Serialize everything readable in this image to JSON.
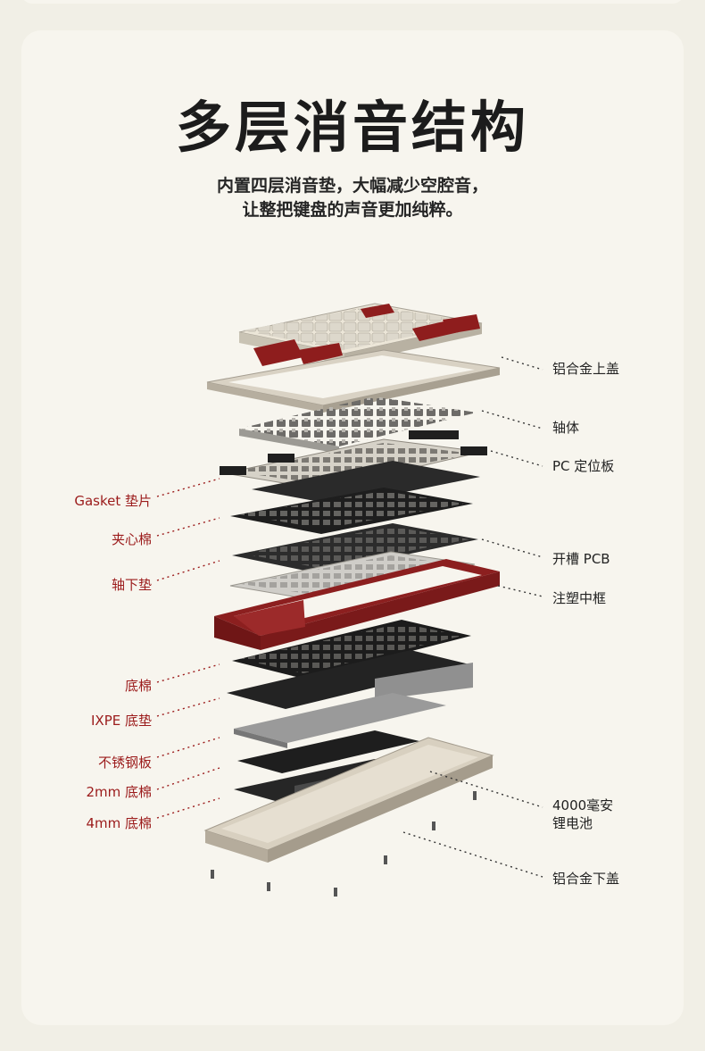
{
  "header": {
    "title": "多层消音结构",
    "subtitle_line1": "内置四层消音垫，大幅减少空腔音，",
    "subtitle_line2": "让整把键盘的声音更加纯粹。"
  },
  "labels_right": {
    "top_case": "铝合金上盖",
    "switches": "轴体",
    "pc_plate": "PC 定位板",
    "pcb": "开槽 PCB",
    "middle_frame": "注塑中框",
    "battery_line1": "4000毫安",
    "battery_line2": "锂电池",
    "bottom_case": "铝合金下盖"
  },
  "labels_left": {
    "gasket": "Gasket 垫片",
    "sandwich_foam": "夹心棉",
    "switch_pad": "轴下垫",
    "bottom_foam": "底棉",
    "ixpe": "IXPE 底垫",
    "steel_plate": "不锈钢板",
    "foam_2mm": "2mm 底棉",
    "foam_4mm": "4mm 底棉"
  },
  "colors": {
    "accent_red": "#9b1b1b",
    "key_red": "#8e1d1d",
    "background": "#f1efe6",
    "card": "#f7f5ee"
  }
}
